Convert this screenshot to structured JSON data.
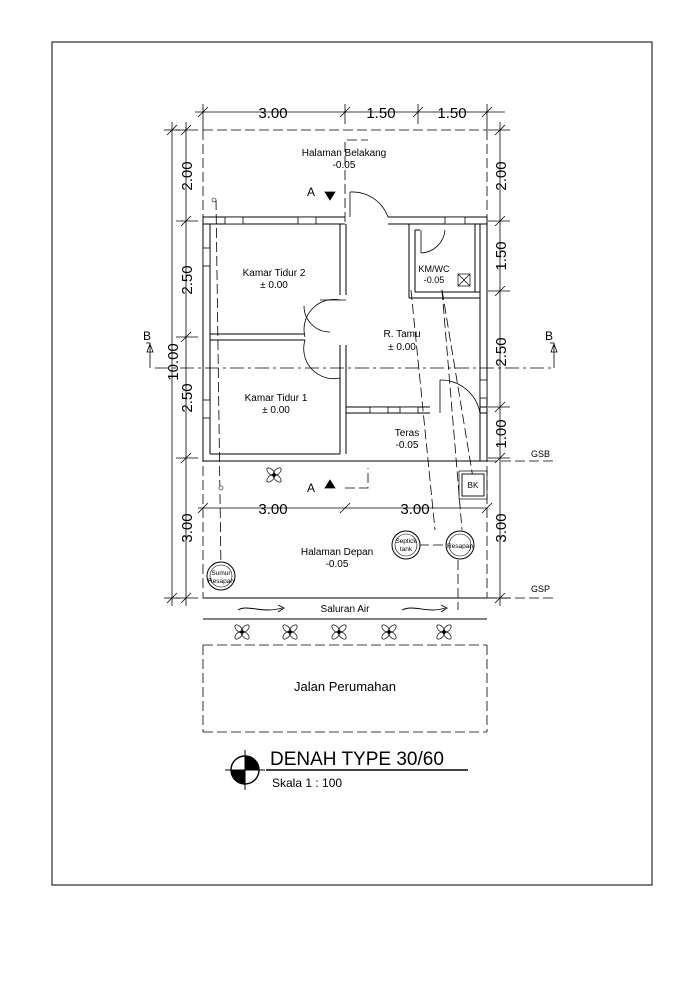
{
  "dims": {
    "top": [
      "3.00",
      "1.50",
      "1.50"
    ],
    "mid": [
      "3.00",
      "3.00"
    ],
    "left": [
      "2.00",
      "2.50",
      "2.50",
      "3.00"
    ],
    "left_total": "10.00",
    "right": [
      "2.00",
      "1.50",
      "2.50",
      "1.00",
      "3.00"
    ]
  },
  "rooms": {
    "halaman_belakang": {
      "name": "Halaman Belakang",
      "elev": "-0.05"
    },
    "kamar_tidur_2": {
      "name": "Kamar Tidur 2",
      "elev": "± 0.00"
    },
    "kamar_tidur_1": {
      "name": "Kamar Tidur 1",
      "elev": "± 0.00"
    },
    "kmwc": {
      "name": "KM/WC",
      "elev": "-0.05"
    },
    "r_tamu": {
      "name": "R. Tamu",
      "elev": "± 0.00"
    },
    "teras": {
      "name": "Teras",
      "elev": "-0.05"
    },
    "halaman_depan": {
      "name": "Halaman Depan",
      "elev": "-0.05"
    }
  },
  "labels": {
    "section_a": "A",
    "section_b": "B",
    "gsb": "GSB",
    "gsp": "GSP",
    "bk": "BK",
    "septick": [
      "Septick",
      "tank"
    ],
    "resapan": "Resapan",
    "sumur": [
      "Sumur",
      "Resapan"
    ],
    "saluran_air": "Saluran Air",
    "jalan": "Jalan Perumahan"
  },
  "title": {
    "main": "DENAH TYPE 30/60",
    "scale": "Skala 1 : 100"
  }
}
